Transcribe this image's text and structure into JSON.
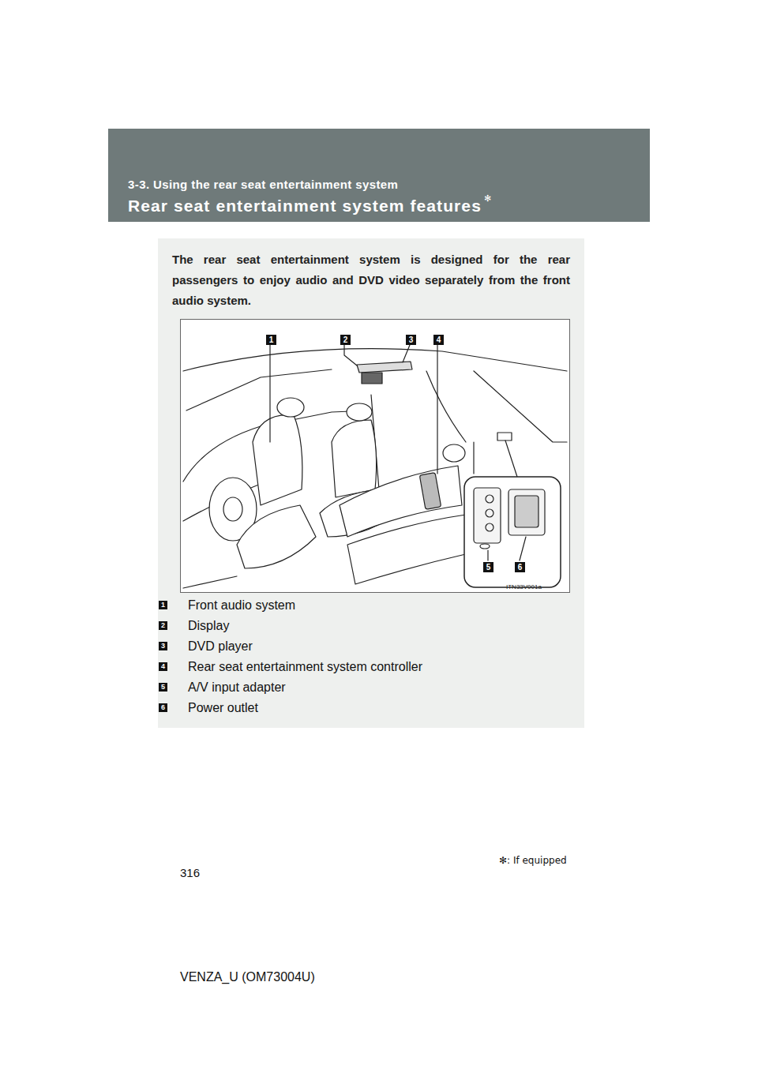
{
  "diagram": {
    "nodes": [
      {
        "text": [
          "3-3. Using the rear seat entertainment system",
          "Rear seat entertainment system features",
          "✻"
        ]
      },
      {
        "text": [
          "The rear seat entertainment system is designed for the rear passengers to enjoy audio and DVD video separately from the front audio system."
        ]
      },
      {
        "text": [
          "ITN33V001a"
        ],
        "in": 1
      },
      {
        "text": [
          "1"
        ],
        "in": 2
      },
      {
        "text": [
          "2"
        ],
        "in": 2
      },
      {
        "text": [
          "3"
        ],
        "in": 2
      },
      {
        "text": [
          "4"
        ],
        "in": 2
      },
      {
        "text": [
          "5"
        ],
        "in": 2
      },
      {
        "text": [
          "6"
        ],
        "in": 2
      },
      {
        "text": [
          "1",
          "Front audio system"
        ],
        "in": 1
      },
      {
        "text": [
          "2",
          "Display"
        ],
        "in": 1
      },
      {
        "text": [
          "3",
          "DVD player"
        ],
        "in": 1
      },
      {
        "text": [
          "4",
          "Rear seat entertainment system controller"
        ],
        "in": 1
      },
      {
        "text": [
          "5",
          "A/V input adapter"
        ],
        "in": 1
      },
      {
        "text": [
          "6",
          "Power outlet"
        ],
        "in": 1
      }
    ],
    "labels": [
      "✻: If equipped",
      "316",
      "VENZA_U (OM73004U)"
    ]
  }
}
